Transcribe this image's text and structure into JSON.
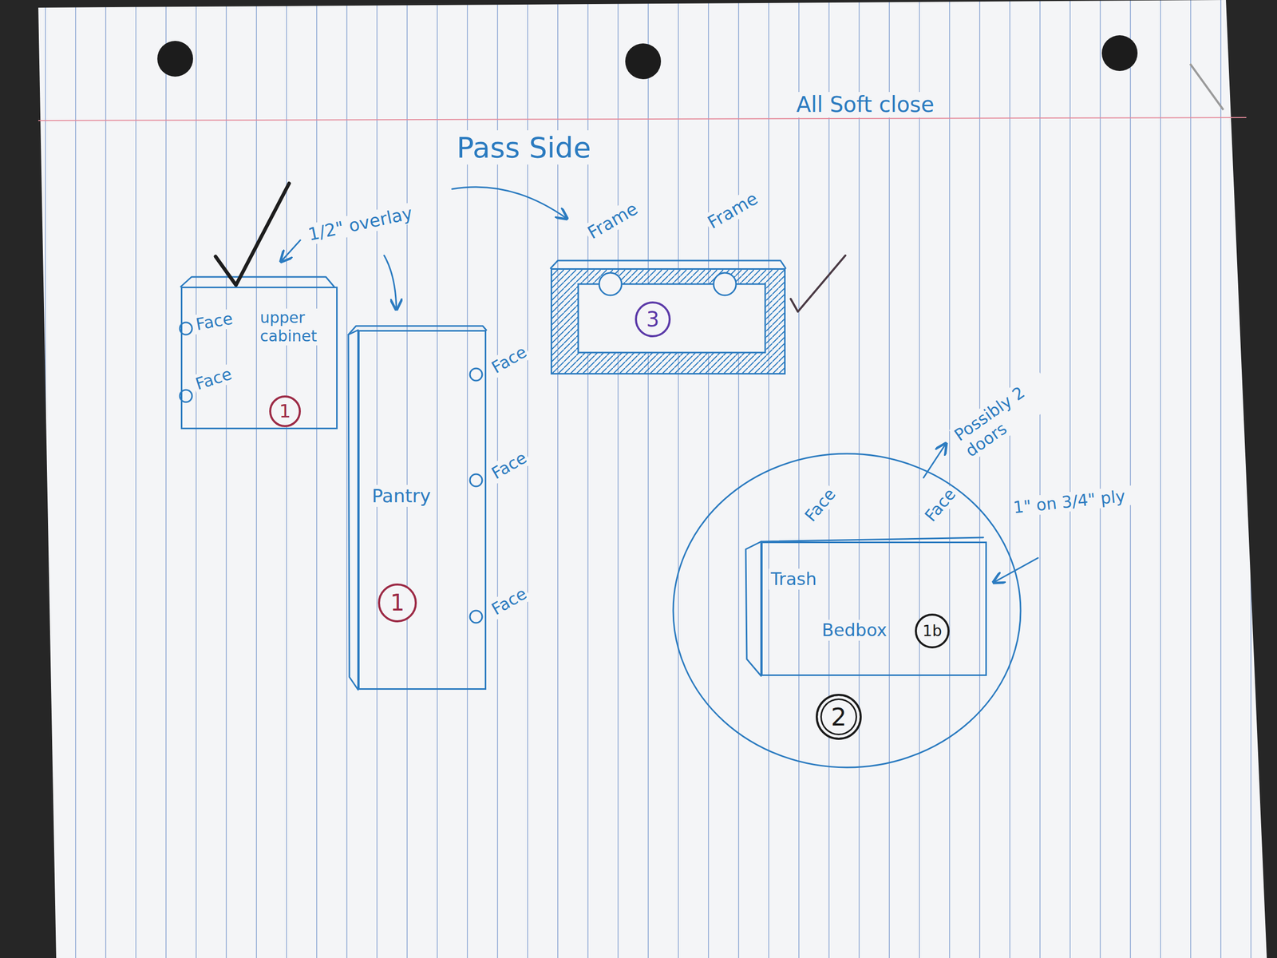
{
  "diagram": {
    "nodes": [
      {
        "text": [
          "upper cabinet"
        ]
      },
      {
        "text": [
          "Pantry"
        ]
      },
      {
        "text": [
          "3"
        ]
      },
      {
        "text": [
          "2"
        ]
      },
      {
        "text": [
          "Trash",
          "Bedbox"
        ],
        "in": 3
      }
    ],
    "labels": [
      "All Soft close",
      "Pass Side",
      "1/2\" overlay",
      "Face",
      "Face",
      "1",
      "Face",
      "Face",
      "Face",
      "1",
      "Frame",
      "Frame",
      "Face",
      "Face",
      "Possibly 2 doors",
      "1\" on 3/4\" ply",
      "1b"
    ]
  }
}
